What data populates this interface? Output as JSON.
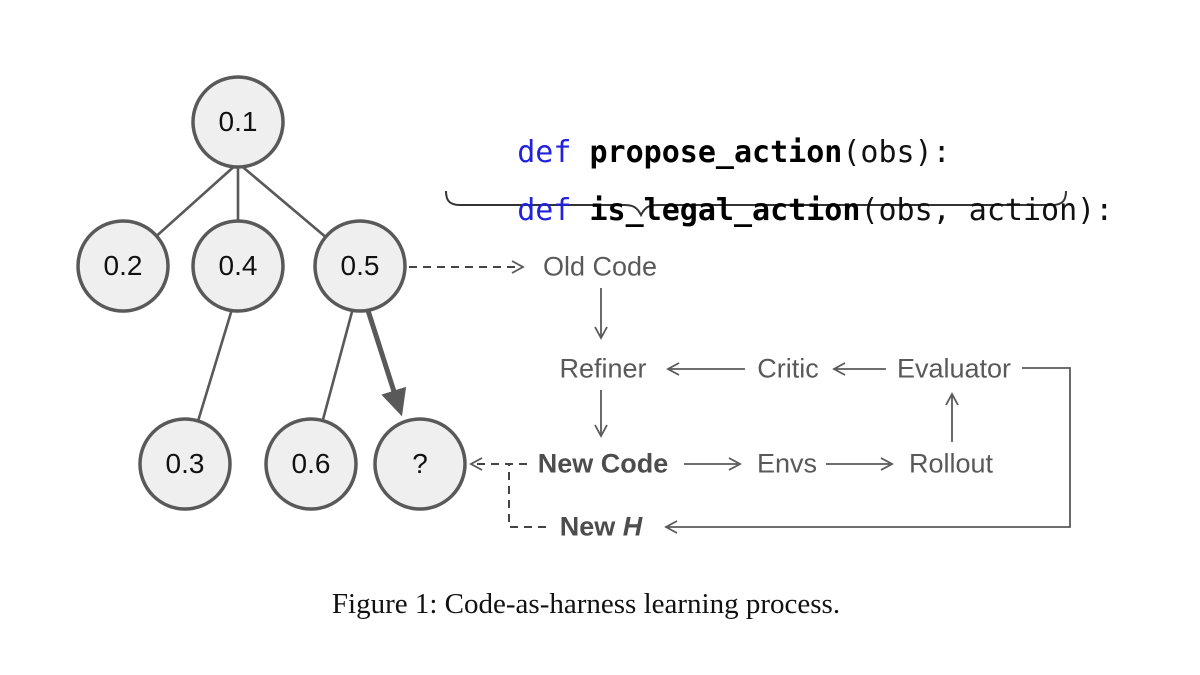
{
  "colors": {
    "keyword_blue": "#2222dd",
    "node_fill": "#efefef",
    "stroke_gray": "#595959",
    "label_gray": "#595959",
    "bold_label_gray": "#4d4d4d",
    "text_black": "#111111"
  },
  "tree": {
    "nodes": [
      {
        "label": "0.1"
      },
      {
        "label": "0.2"
      },
      {
        "label": "0.4"
      },
      {
        "label": "0.5"
      },
      {
        "label": "0.3"
      },
      {
        "label": "0.6"
      },
      {
        "label": "?"
      }
    ]
  },
  "code": {
    "lines": [
      {
        "keyword": "def ",
        "name": "propose_action",
        "args": "(obs):"
      },
      {
        "keyword": "def ",
        "name": "is_legal_action",
        "args": "(obs, action):"
      }
    ]
  },
  "flow": {
    "old_code": "Old Code",
    "refiner": "Refiner",
    "critic": "Critic",
    "evaluator": "Evaluator",
    "new_code": "New Code",
    "envs": "Envs",
    "rollout": "Rollout",
    "new_h_prefix": "New ",
    "new_h_symbol": "H"
  },
  "caption": "Figure 1: Code-as-harness learning process."
}
